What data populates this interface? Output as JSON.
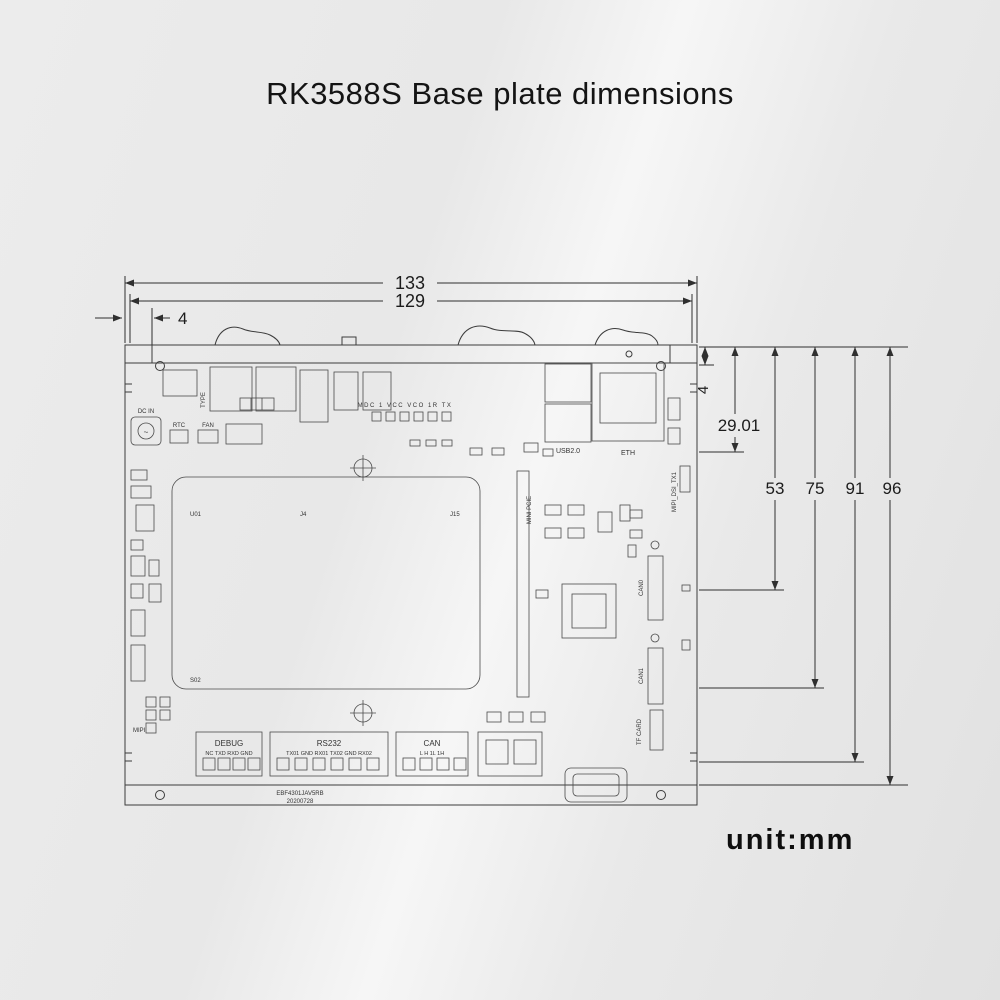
{
  "title": "RK3588S Base plate dimensions",
  "unit_label": "unit:mm",
  "dims": {
    "width_outer": "133",
    "width_inner": "129",
    "left_offset": "4",
    "right_offset": "4",
    "depth_1": "29.01",
    "depth_2": "53",
    "depth_3": "75",
    "depth_4": "91",
    "depth_5": "96"
  },
  "board": {
    "type_c": "TYPE",
    "dc_in": "DC IN",
    "rtc": "RTC",
    "fan": "FAN",
    "top_header": "MDC 1 VCC VCO 1R TX",
    "usb": "USB2.0",
    "eth": "ETH",
    "mini_pcie": "MINI PCIE",
    "mipi_dsi": "MIPI_DSI_TX1",
    "can0": "CAN0",
    "can1": "CAN1",
    "tf_card": "TF CARD",
    "mipi": "MIPI",
    "debug": "DEBUG",
    "debug_pins": "NC TXD RXD GND",
    "rs232": "RS232",
    "rs232_pins": "TX01 GND RX01 TX02 GND RX02",
    "can": "CAN",
    "can_pins": "L H 1L 1H",
    "serial_line1": "EBF4301JAV5RB",
    "serial_line2": "20200728",
    "ref_u01": "U01",
    "ref_j4": "J4",
    "ref_j15": "J15",
    "ref_s02": "S02"
  }
}
